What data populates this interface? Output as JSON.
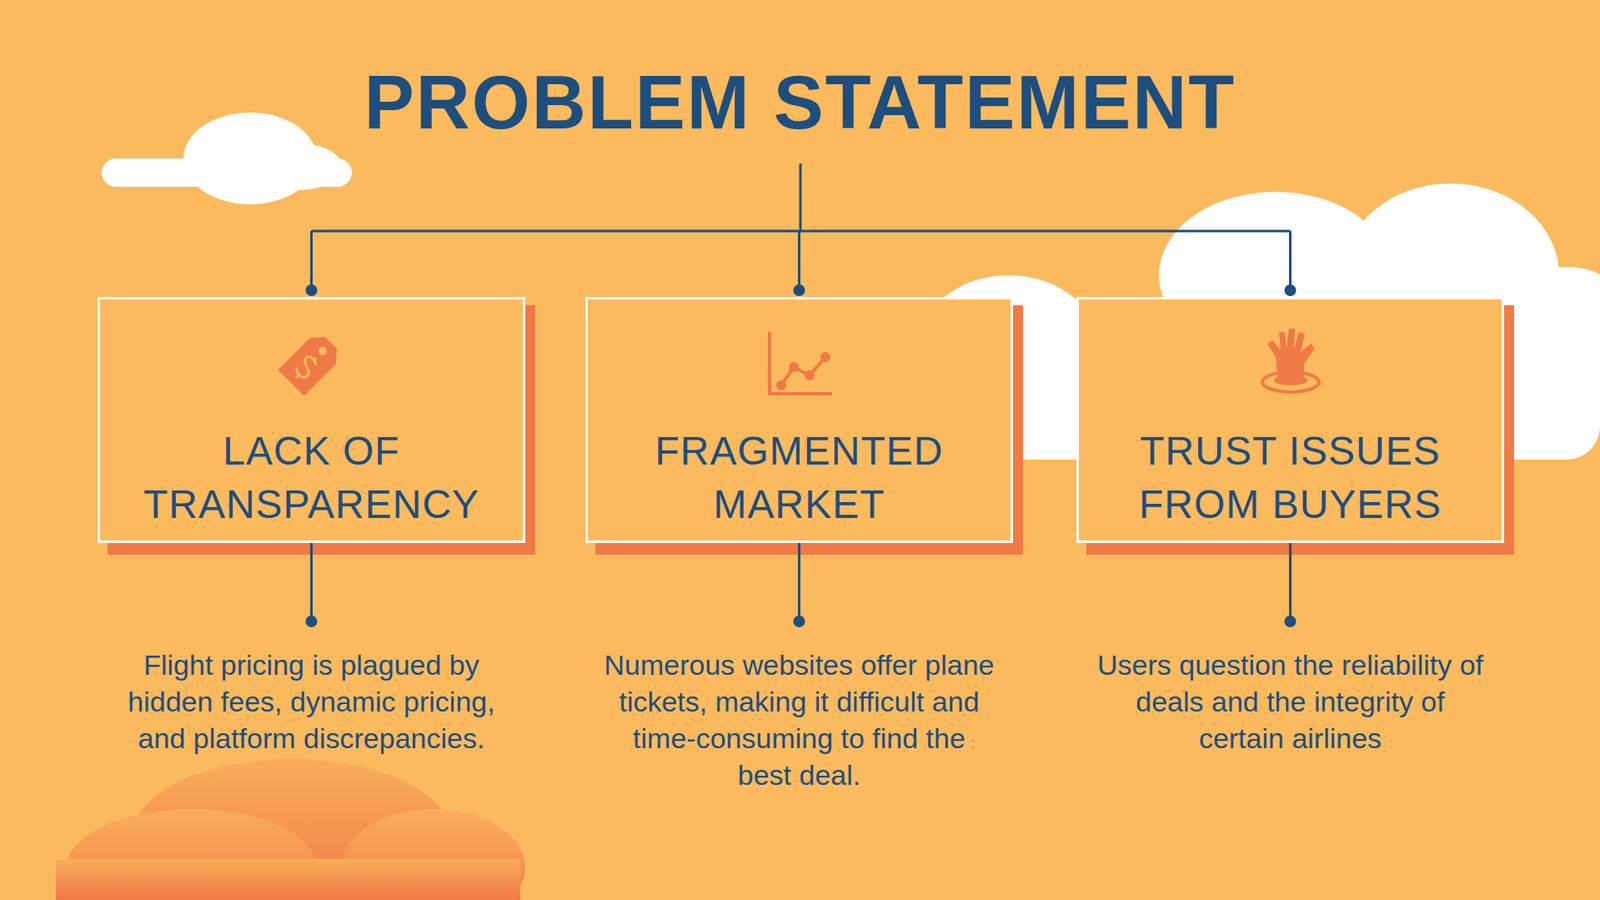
{
  "diagram": {
    "title": "PROBLEM STATEMENT",
    "nodes": [
      {
        "text": [
          "LACK OF TRANSPARENCY",
          "Flight pricing is plagued by hidden fees, dynamic pricing, and platform discrepancies."
        ]
      },
      {
        "text": [
          "FRAGMENTED MARKET",
          "Numerous websites offer plane tickets, making it difficult and time-consuming to find the best deal."
        ]
      },
      {
        "text": [
          "TRUST ISSUES FROM BUYERS",
          "Users question the reliability of deals and the integrity of certain airlines"
        ]
      }
    ]
  }
}
